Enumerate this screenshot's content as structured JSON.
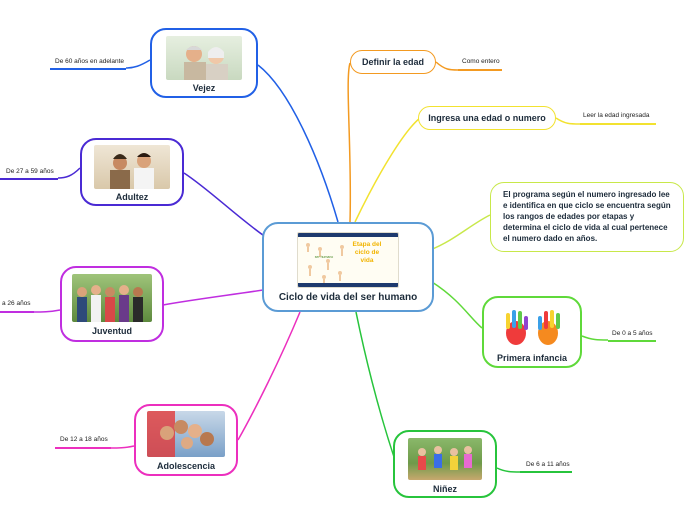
{
  "central": {
    "title": "Ciclo de vida del ser humano",
    "image_text": {
      "heading": "Etapa del ciclo de vida",
      "side_label": "ser humano"
    }
  },
  "branches": {
    "definir": {
      "label": "Definir la edad",
      "leaf": "Como entero",
      "color": "#f39a21"
    },
    "ingresa": {
      "label": "Ingresa una edad o numero",
      "leaf": "Leer la edad ingresada",
      "color": "#f2e230"
    },
    "programa": {
      "text": "El programa según el numero ingresado lee e identifica en que ciclo se encuentra según los rangos de edades  por etapas  y determina el ciclo  de vida al cual pertenece el numero dado en años.",
      "color": "#c8e84a"
    },
    "infancia": {
      "label": "Primera infancia",
      "leaf": "De 0 a 5 años",
      "color": "#5fd93a"
    },
    "ninez": {
      "label": "Niñez",
      "leaf": "De 6 a 11 años",
      "color": "#27c43c"
    },
    "adolescencia": {
      "label": "Adolescencia",
      "leaf": "De 12 a 18 años",
      "color": "#ec2fbe"
    },
    "juventud": {
      "label": "Juventud",
      "leaf": "a  26 años",
      "color": "#c02ee0"
    },
    "adultez": {
      "label": "Adultez",
      "leaf": "De 27 a 59 años",
      "color": "#4a2ad4"
    },
    "vejez": {
      "label": "Vejez",
      "leaf": "De 60 años en adelante",
      "color": "#2160e6"
    }
  }
}
